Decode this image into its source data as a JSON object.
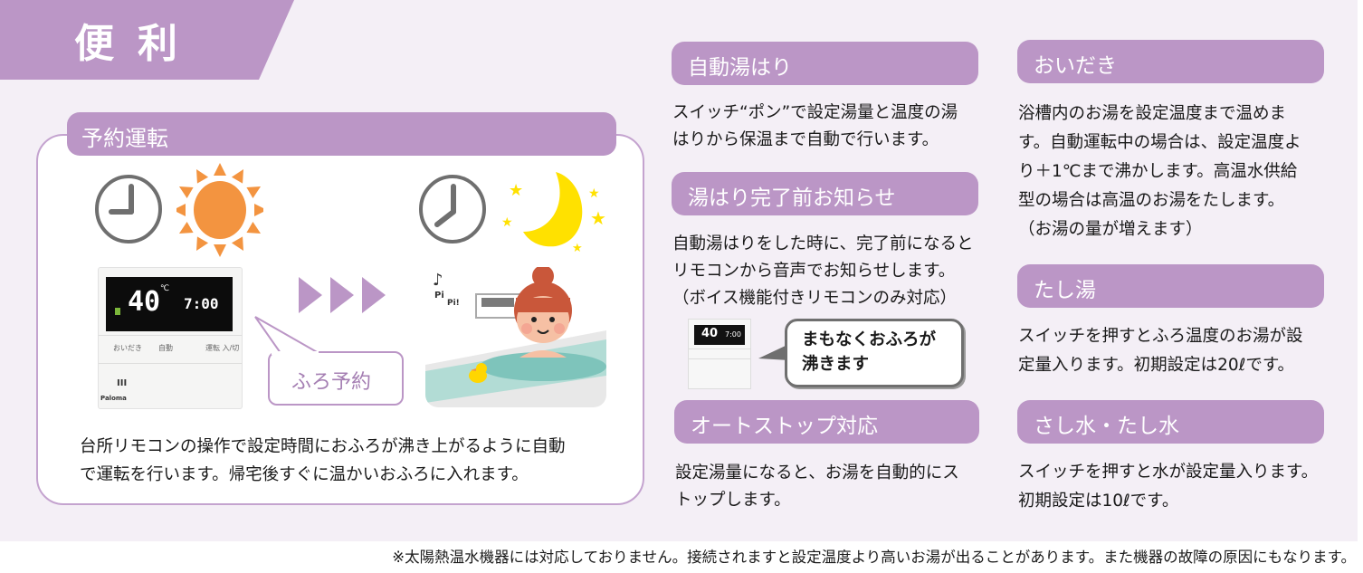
{
  "section": {
    "title": "便利"
  },
  "reservation": {
    "tab_label": "予約運転",
    "bubble_label": "ふろ予約",
    "description_lines": [
      "台所リモコンの操作で設定時間におふろが沸き上がるように自動",
      "で運転を行います。帰宅後すぐに温かいおふろに入れます。"
    ],
    "icons": [
      "clock-3-icon",
      "sun-icon",
      "clock-8-icon",
      "moon-stars-icon",
      "remote-control-image",
      "arrow-right-icon",
      "bath-woman-illustration"
    ],
    "remote_display": {
      "temp": "40",
      "unit": "℃",
      "time": "7:00",
      "buttons": [
        "おいだき",
        "自動",
        "運転 入/切"
      ],
      "brand": "Paloma"
    },
    "bath_sounds": [
      "Pi",
      "Pi!"
    ]
  },
  "features": {
    "auto_fill": {
      "label": "自動湯はり",
      "lines": [
        "スイッチ“ポン”で設定湯量と温度の湯",
        "はりから保温まで自動で行います。"
      ]
    },
    "fill_notice": {
      "label": "湯はり完了前お知らせ",
      "lines": [
        "自動湯はりをした時に、完了前になると",
        "リモコンから音声でお知らせします。",
        "（ボイス機能付きリモコンのみ対応）"
      ],
      "voice_bubble_lines": [
        "まもなくおふろが",
        "沸きます"
      ]
    },
    "auto_stop": {
      "label": "オートストップ対応",
      "lines": [
        "設定湯量になると、お湯を自動的にス",
        "トップします。"
      ]
    },
    "reheat": {
      "label": "おいだき",
      "lines": [
        "浴槽内のお湯を設定温度まで温めま",
        "す。自動運転中の場合は、設定温度よ",
        "り＋1℃まで沸かします。高温水供給",
        "型の場合は高温のお湯をたします。",
        "（お湯の量が増えます）"
      ]
    },
    "add_hot": {
      "label": "たし湯",
      "lines": [
        "スイッチを押すとふろ温度のお湯が設",
        "定量入ります。初期設定は20ℓです。"
      ]
    },
    "add_water": {
      "label": "さし水・たし水",
      "lines": [
        "スイッチを押すと水が設定量入ります。",
        "初期設定は10ℓです。"
      ]
    }
  },
  "footnote": "※太陽熱温水機器には対応しておりません。接続されますと設定温度より高いお湯が出ることがあります。また機器の故障の原因にもなります。",
  "colors": {
    "accent": "#bb96c6",
    "panel": "#f4eff6",
    "sun": "#f39440",
    "moon": "#ffe100",
    "clock": "#6f6f6f"
  }
}
